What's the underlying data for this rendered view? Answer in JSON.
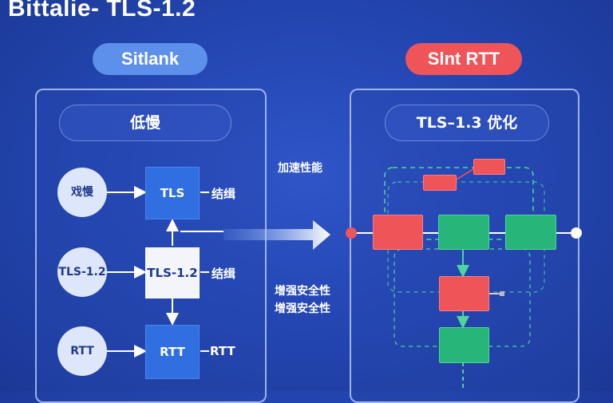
{
  "title": "Bittalie- TLS-1.2",
  "left": {
    "pill": "Sitlank",
    "header": "低慢",
    "rows": [
      {
        "circle": "戏慢",
        "node": "TLS",
        "label": "结缉"
      },
      {
        "circle": "TLS-1.2",
        "node": "TLS-1.2",
        "label": "结缉"
      },
      {
        "circle": "RTT",
        "node": "RTT",
        "label": "RTT"
      }
    ]
  },
  "middle": {
    "top_text": "加速性能",
    "bottom_text_1": "增强安全性",
    "bottom_text_2": "增强安全性"
  },
  "right": {
    "pill": "Slnt RTT",
    "header": "TLS–1.3 优化"
  },
  "colors": {
    "background": "#2447b3",
    "blue_pill": "#5c90ea",
    "red_pill": "#ef5459",
    "node_blue": "#2f6fe0",
    "green": "#27b57a",
    "red": "#ef5459"
  }
}
